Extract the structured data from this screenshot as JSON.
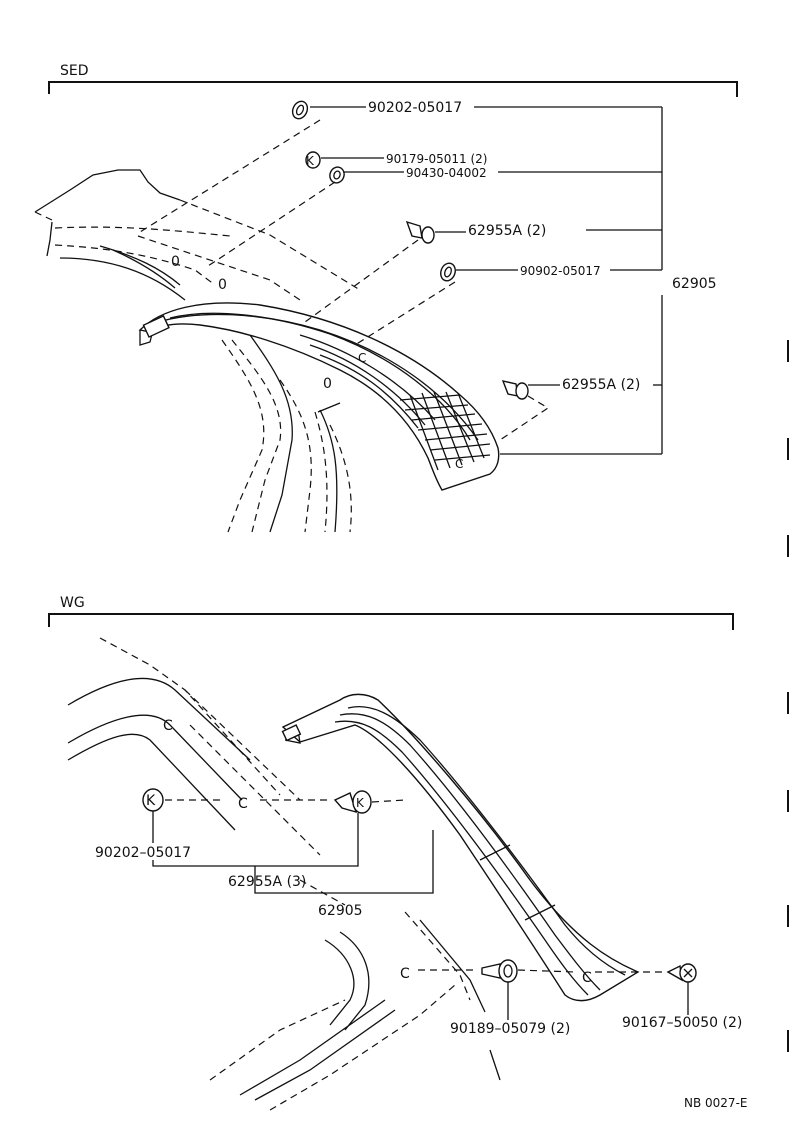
{
  "sections": {
    "sed": {
      "title": "SED",
      "labels": {
        "p1": "90202-05017",
        "p2": "90179-05011 (2)",
        "p3": "90430-04002",
        "p4": "62955A (2)",
        "p5": "90902-05017",
        "p6": "62905",
        "p7": "62955A (2)"
      }
    },
    "wg": {
      "title": "WG",
      "labels": {
        "p1": "90202–05017",
        "p2": "62955A (3)",
        "p3": "62905",
        "p4": "90189–05079 (2)",
        "p5": "90167–50050 (2)"
      }
    }
  },
  "footer": {
    "code": "NB 0027-E"
  }
}
